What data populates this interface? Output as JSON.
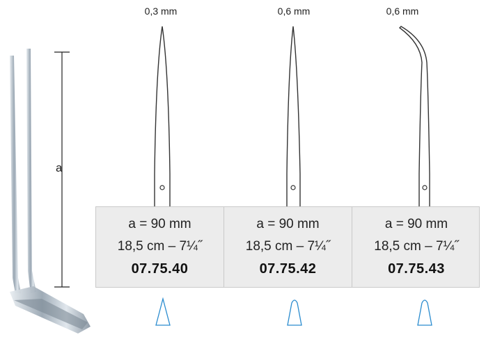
{
  "dimension_label": "a",
  "instruments": [
    {
      "tip_width": "0,3 mm",
      "spec_a": "a = 90 mm",
      "spec_length": "18,5 cm – 7¼˝",
      "code": "07.75.40",
      "tip_icon": "pointed-tip-icon",
      "shape": "straight"
    },
    {
      "tip_width": "0,6 mm",
      "spec_a": "a = 90 mm",
      "spec_length": "18,5 cm – 7¼˝",
      "code": "07.75.42",
      "tip_icon": "rounded-tip-icon",
      "shape": "straight"
    },
    {
      "tip_width": "0,6 mm",
      "spec_a": "a = 90 mm",
      "spec_length": "18,5 cm – 7¼˝",
      "code": "07.75.43",
      "tip_icon": "rounded-tip-icon",
      "shape": "curved"
    }
  ],
  "colors": {
    "tip_icon_stroke": "#2b8ccf",
    "table_bg": "#ececec",
    "outline": "#333333"
  }
}
